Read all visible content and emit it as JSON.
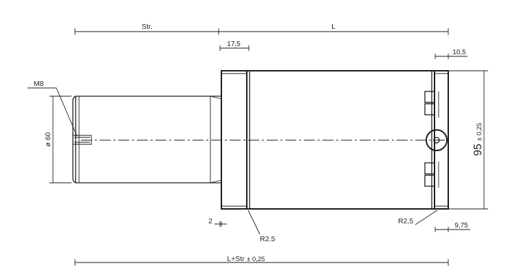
{
  "labels": {
    "stroke": "Str.",
    "length": "L",
    "dim_17_5": "17,5",
    "dim_10_5": "10,5",
    "thread": "M8",
    "diameter": "ø 60",
    "height_main": "95",
    "height_tol": "± 0,25",
    "dim_2": "2",
    "radius_left": "R2.5",
    "radius_right": "R2,5",
    "dim_9_75": "9,75",
    "overall_main": "L+Str",
    "overall_tol": "± 0,25"
  }
}
